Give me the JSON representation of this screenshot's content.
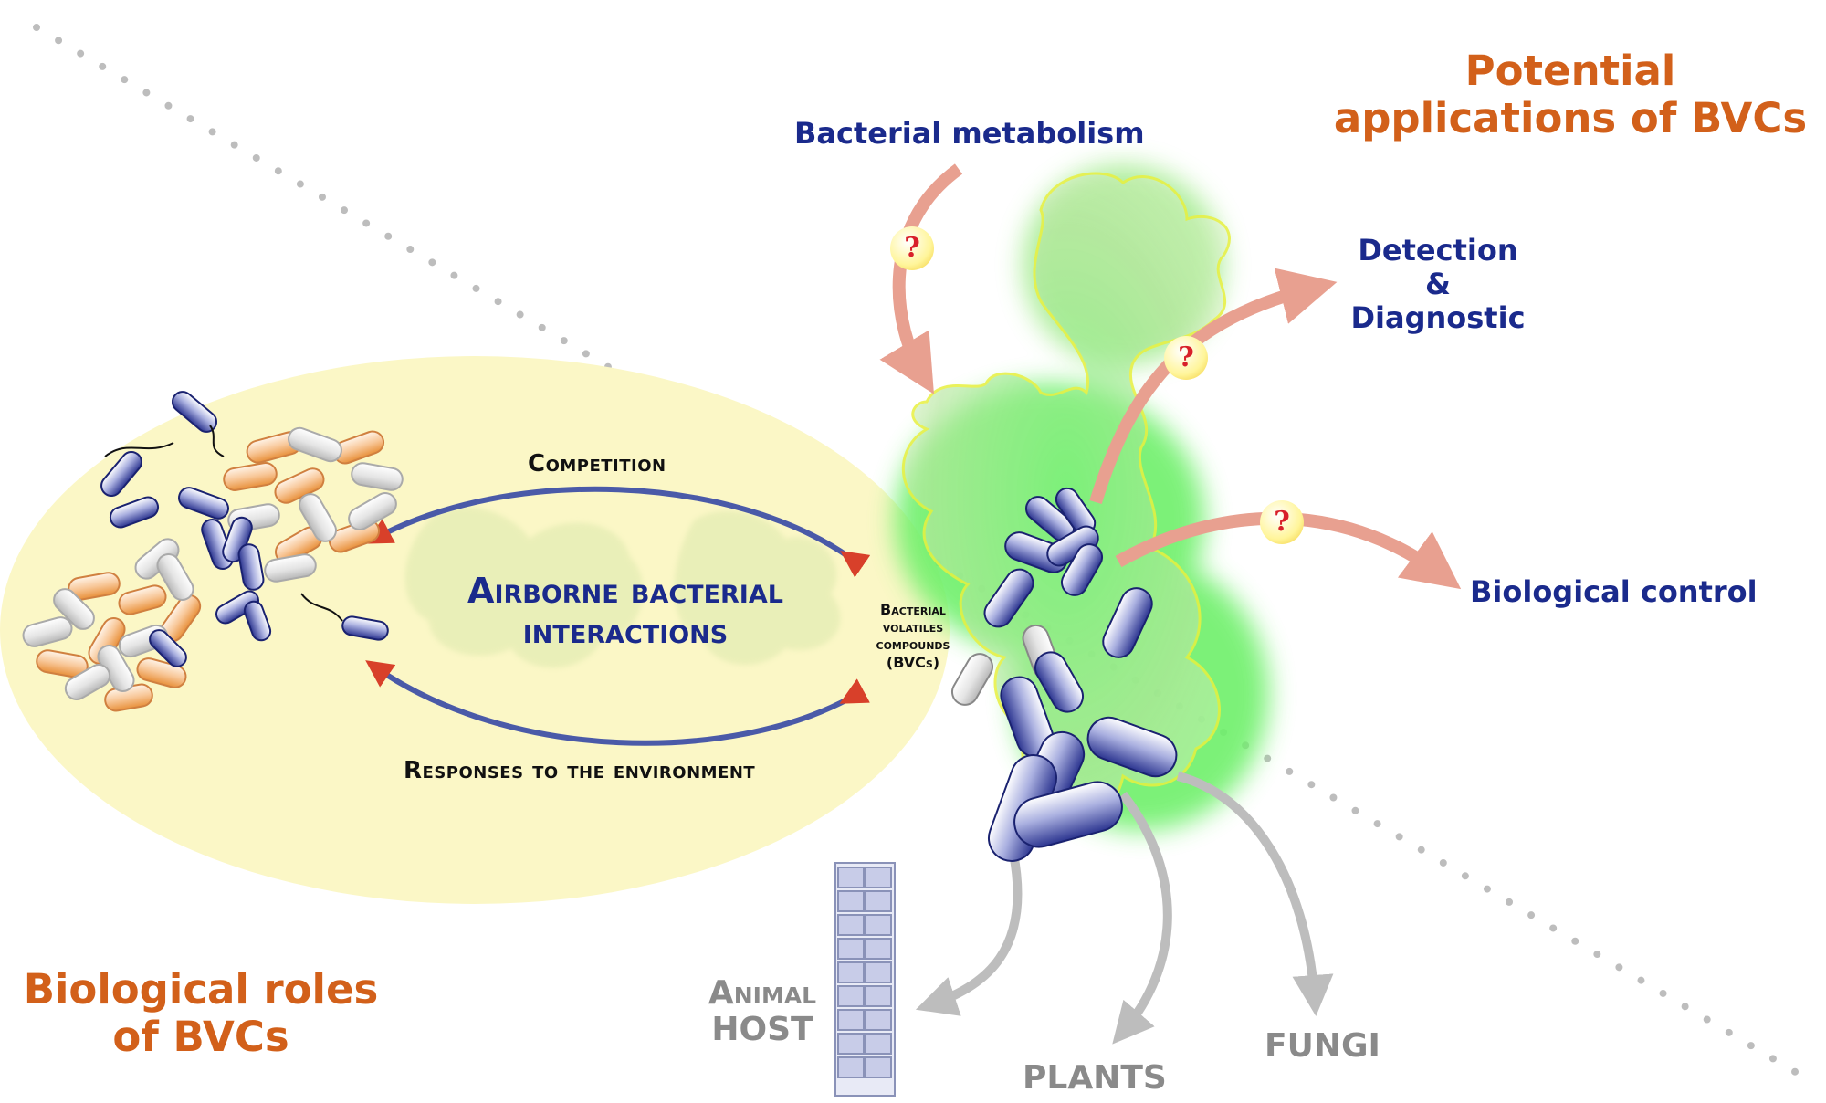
{
  "labels": {
    "potential_applications": "Potential\napplications of BVCs",
    "bacterial_metabolism": "Bacterial metabolism",
    "detection": "Detection\n&\nDiagnostic",
    "biological_control": "Biological control",
    "competition": "Competition",
    "airborne": "Airborne bacterial\ninteractions",
    "responses": "Responses to the environment",
    "bvc_center": "Bacterial\nvolatiles\ncompounds\n(BVCs)",
    "biological_roles": "Biological roles\nof BVCs",
    "animal_host": "Animal\nHOST",
    "plants": "PLANTS",
    "fungi": "FUNGI"
  },
  "question_mark": "?",
  "colors": {
    "orange_text": "#d2601a",
    "blue_text": "#1a2a8c",
    "salmon_arrow": "#e8a090",
    "blue_arrow": "#4a5aa8",
    "red_arrowhead": "#d8402a",
    "gray_arrow": "#bdbdbd",
    "ellipse_fill": "#fbf7c6",
    "cloud_fill": "#b8e6a0"
  }
}
